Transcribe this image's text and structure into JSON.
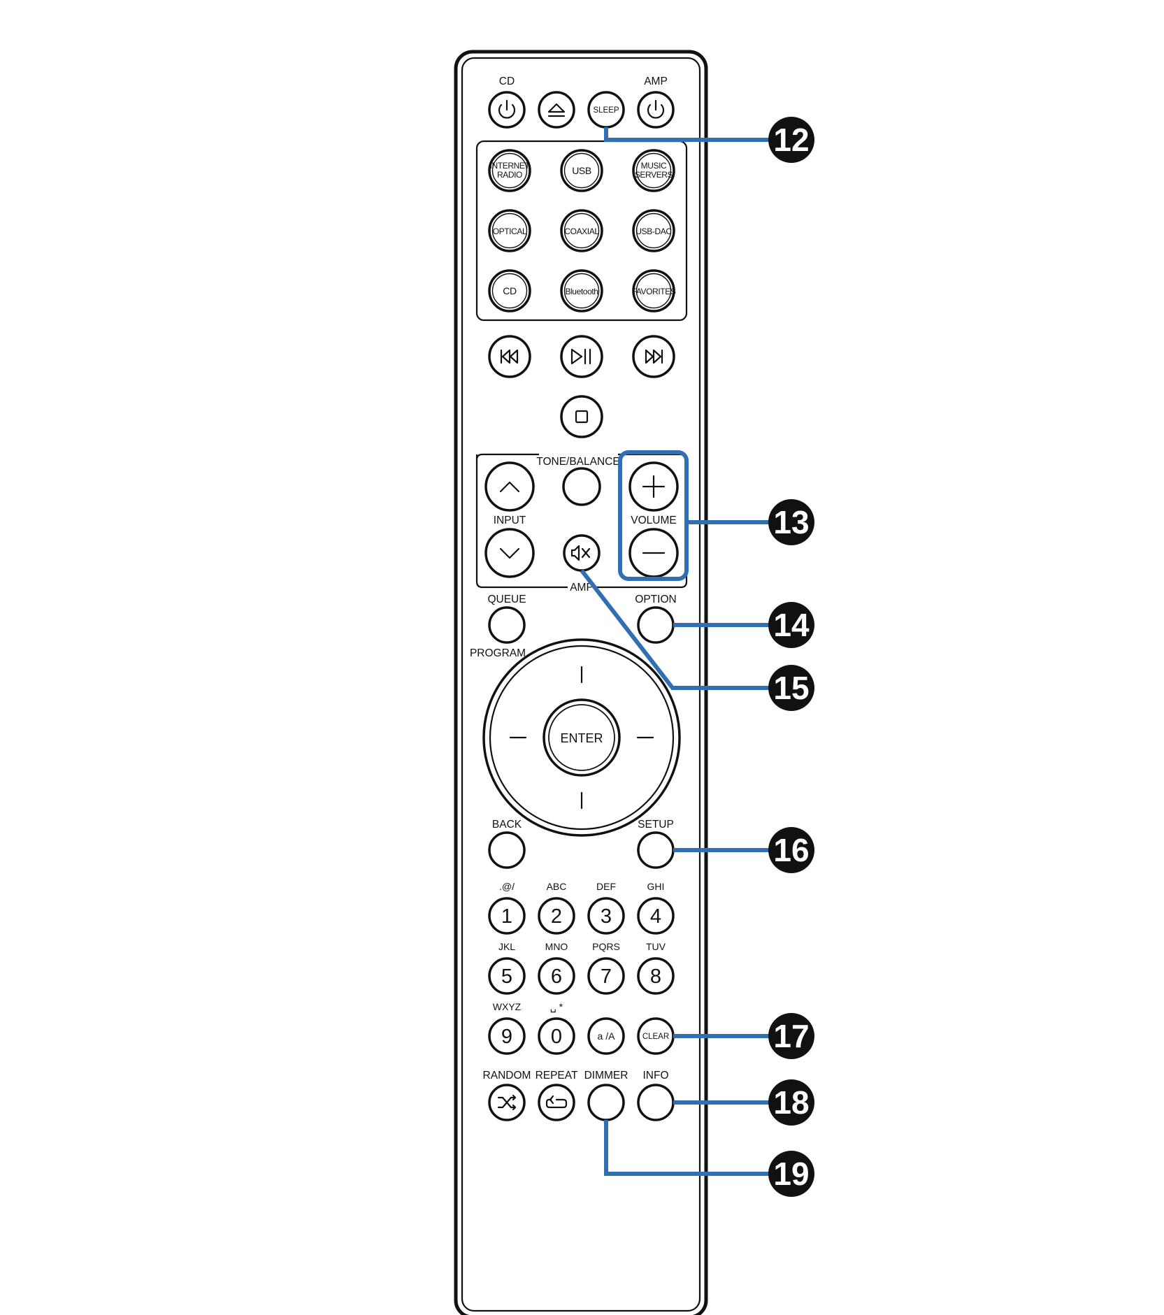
{
  "remote": {
    "top": {
      "cd_label": "CD",
      "amp_label": "AMP",
      "sleep": "SLEEP"
    },
    "sources": [
      [
        "INTERNET|RADIO",
        "USB",
        "MUSIC|SERVERS"
      ],
      [
        "OPTICAL",
        "COAXIAL",
        "USB-DAC"
      ],
      [
        "CD",
        "Bluetooth",
        "FAVORITES"
      ]
    ],
    "amp_panel": {
      "tone_balance": "TONE/BALANCE",
      "input": "INPUT",
      "volume": "VOLUME",
      "amp": "AMP"
    },
    "queue": "QUEUE",
    "program": "PROGRAM",
    "option": "OPTION",
    "enter": "ENTER",
    "back": "BACK",
    "setup": "SETUP",
    "number_keys": [
      {
        "sub": ".@/",
        "key": "1"
      },
      {
        "sub": "ABC",
        "key": "2"
      },
      {
        "sub": "DEF",
        "key": "3"
      },
      {
        "sub": "GHI",
        "key": "4"
      },
      {
        "sub": "JKL",
        "key": "5"
      },
      {
        "sub": "MNO",
        "key": "6"
      },
      {
        "sub": "PQRS",
        "key": "7"
      },
      {
        "sub": "TUV",
        "key": "8"
      },
      {
        "sub": "WXYZ",
        "key": "9"
      },
      {
        "sub": "␣ *",
        "key": "0"
      }
    ],
    "case_key": "a /A",
    "clear": "CLEAR",
    "bottom_row": [
      "RANDOM",
      "REPEAT",
      "DIMMER",
      "INFO"
    ]
  },
  "callouts": [
    "12",
    "13",
    "14",
    "15",
    "16",
    "17",
    "18",
    "19"
  ],
  "colors": {
    "callout_line": "#2f6fb2",
    "callout_badge": "#111111",
    "outline": "#111111"
  }
}
